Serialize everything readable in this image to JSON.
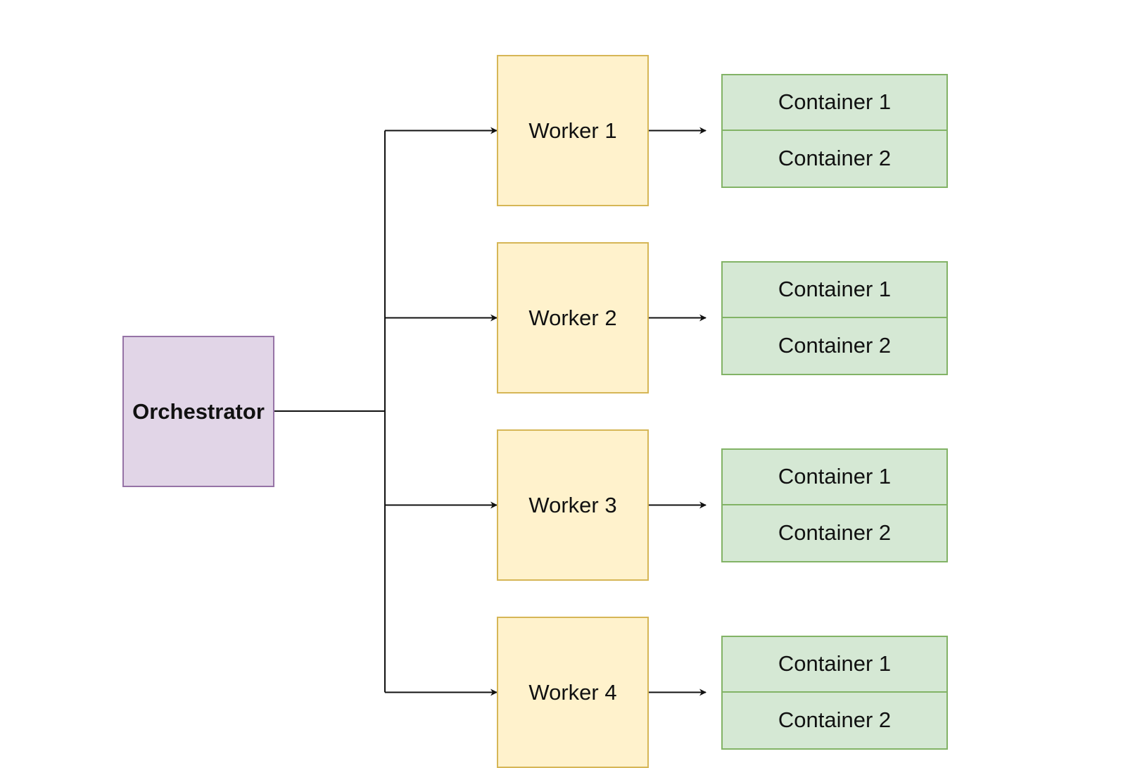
{
  "colors": {
    "orchestrator_fill": "#e1d5e7",
    "orchestrator_stroke": "#9673a6",
    "worker_fill": "#fff2cc",
    "worker_stroke": "#d6b656",
    "container_fill": "#d5e8d4",
    "container_stroke": "#82b366",
    "edge": "#111111"
  },
  "orchestrator": {
    "label": "Orchestrator"
  },
  "workers": [
    {
      "label": "Worker 1",
      "containers": [
        "Container 1",
        "Container 2"
      ]
    },
    {
      "label": "Worker 2",
      "containers": [
        "Container 1",
        "Container 2"
      ]
    },
    {
      "label": "Worker 3",
      "containers": [
        "Container 1",
        "Container 2"
      ]
    },
    {
      "label": "Worker 4",
      "containers": [
        "Container 1",
        "Container 2"
      ]
    }
  ]
}
